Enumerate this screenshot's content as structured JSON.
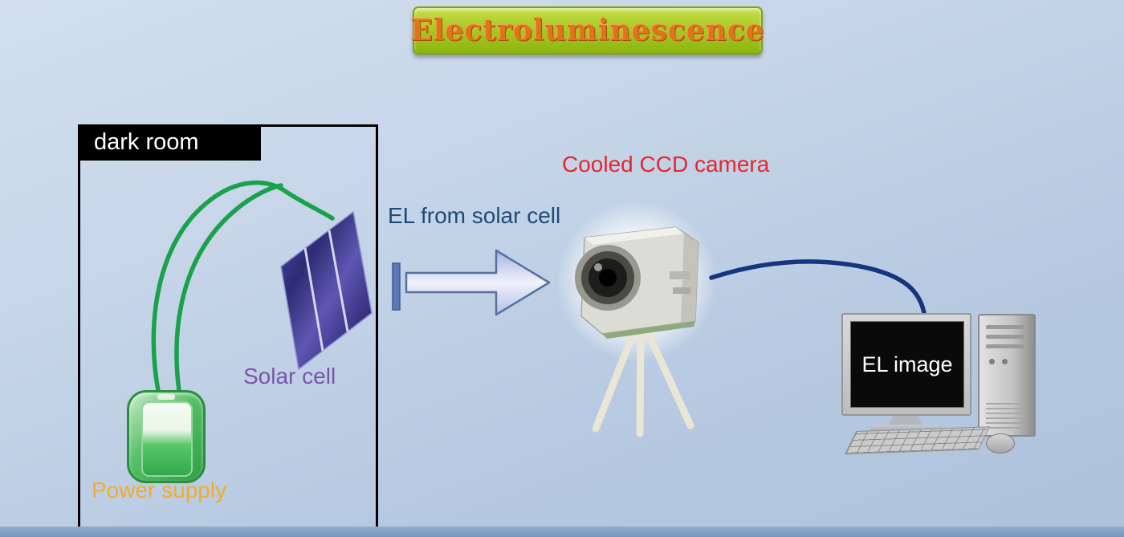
{
  "title": {
    "text": "Electroluminescence"
  },
  "dark_room": {
    "label": "dark room"
  },
  "solar_cell": {
    "label": "Solar cell"
  },
  "power_supply": {
    "label": "Power supply"
  },
  "arrow": {
    "label": "EL from solar cell"
  },
  "camera": {
    "label": "Cooled CCD camera"
  },
  "computer": {
    "screen_label": "EL image"
  },
  "colors": {
    "background": "#bccde3",
    "banner_green": "#a3c71f",
    "banner_text_orange": "#e2731e",
    "dark_room_label_bg": "#000000",
    "solar_cell_label": "#7b53ab",
    "power_supply_label": "#f0ad2d",
    "arrow_label_blue": "#1e4a7a",
    "ccd_label_red": "#e8262c",
    "wire_green": "#19a24b",
    "cable_blue": "#16357f",
    "el_image_text": "#ffffff"
  }
}
